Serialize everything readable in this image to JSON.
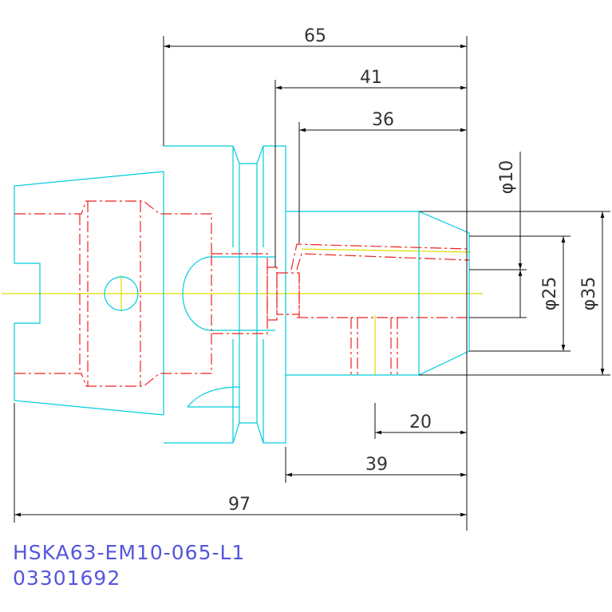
{
  "part_number": "HSKA63-EM10-065-L1",
  "order_number": "03301692",
  "dimensions": {
    "overall_length": "97",
    "projection_length": "65",
    "length_41": "41",
    "length_36": "36",
    "length_39": "39",
    "length_20": "20",
    "dia_10": "φ10",
    "dia_25": "φ25",
    "dia_35": "φ35"
  },
  "colors": {
    "outline": "#00ccdd",
    "hidden": "#ee2222",
    "dimension": "#111111",
    "centerline": "#dddd00",
    "note": "#5555dd"
  }
}
